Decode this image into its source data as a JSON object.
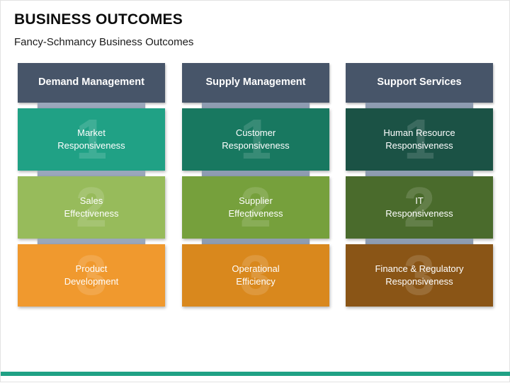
{
  "slide": {
    "title": "BUSINESS OUTCOMES",
    "subtitle": "Fancy-Schmancy Business Outcomes",
    "accent_color": "#20a185",
    "header_color": "#475569",
    "connector_color": "#9aa7bb",
    "background": "#ffffff"
  },
  "columns": [
    {
      "header": "Demand Management",
      "cards": [
        {
          "number": "1",
          "label": "Market\nResponsiveness",
          "line1": "Market",
          "line2": "Responsiveness",
          "color": "#20a185"
        },
        {
          "number": "2",
          "label": "Sales\nEffectiveness",
          "line1": "Sales",
          "line2": "Effectiveness",
          "color": "#97bb5b"
        },
        {
          "number": "3",
          "label": "Product\nDevelopment",
          "line1": "Product",
          "line2": "Development",
          "color": "#f0992e"
        }
      ]
    },
    {
      "header": "Supply Management",
      "cards": [
        {
          "number": "1",
          "label": "Customer\nResponsiveness",
          "line1": "Customer",
          "line2": "Responsiveness",
          "color": "#187860"
        },
        {
          "number": "2",
          "label": "Supplier\nEffectiveness",
          "line1": "Supplier",
          "line2": "Effectiveness",
          "color": "#76a03c"
        },
        {
          "number": "3",
          "label": "Operational\nEfficiency",
          "line1": "Operational",
          "line2": "Efficiency",
          "color": "#d9881d"
        }
      ]
    },
    {
      "header": "Support Services",
      "cards": [
        {
          "number": "1",
          "label": "Human Resource\nResponsiveness",
          "line1": "Human Resource",
          "line2": "Responsiveness",
          "color": "#1b5245"
        },
        {
          "number": "2",
          "label": "IT\nResponsiveness",
          "line1": "IT",
          "line2": "Responsiveness",
          "color": "#4a6b2c"
        },
        {
          "number": "3",
          "label": "Finance & Regulatory\nResponsiveness",
          "line1": "Finance & Regulatory",
          "line2": "Responsiveness",
          "color": "#8a5516"
        }
      ]
    }
  ]
}
